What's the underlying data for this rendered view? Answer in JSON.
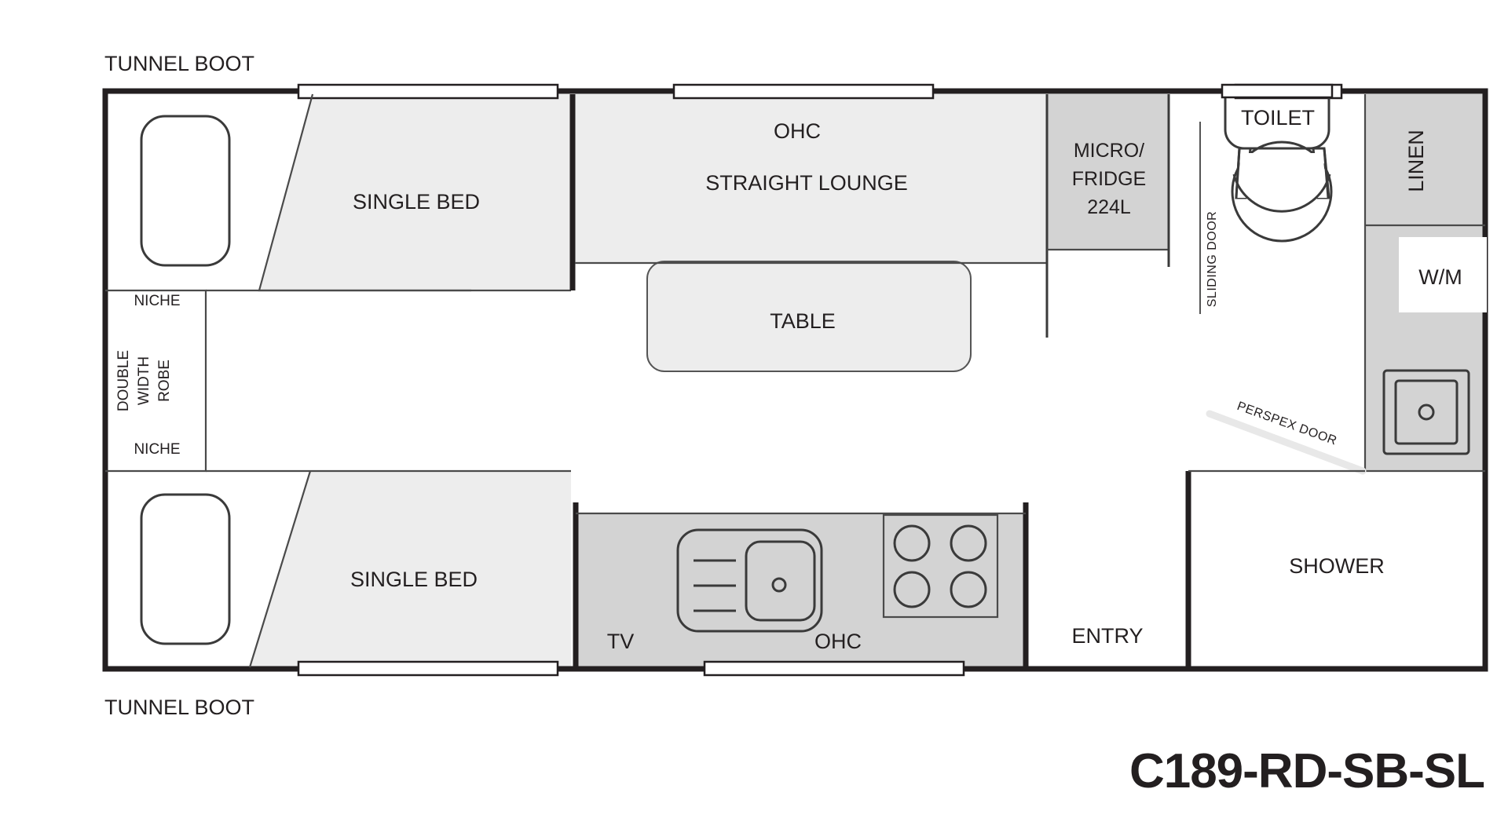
{
  "diagram": {
    "kind": "caravan-floorplan",
    "model_code": "C189-RD-SB-SL",
    "background_color": "#ffffff",
    "line_color": "#231f20",
    "fill_light": "#ededed",
    "fill_mid": "#d3d3d3"
  },
  "exterior_labels": {
    "tunnel_boot_top": "TUNNEL BOOT",
    "tunnel_boot_bottom": "TUNNEL BOOT"
  },
  "rooms": {
    "single_bed_top": "SINGLE BED",
    "single_bed_bottom": "SINGLE BED",
    "ohc_top": "OHC",
    "straight_lounge": "STRAIGHT LOUNGE",
    "table": "TABLE",
    "micro_fridge_line1": "MICRO/",
    "micro_fridge_line2": "FRIDGE",
    "micro_fridge_line3": "224L",
    "toilet": "TOILET",
    "linen": "LINEN",
    "washing_machine": "W/M",
    "shower": "SHOWER",
    "entry": "ENTRY",
    "tv": "TV",
    "ohc_kitchen": "OHC",
    "niche_upper": "NICHE",
    "niche_lower": "NICHE",
    "robe_line1": "DOUBLE",
    "robe_line2": "WIDTH",
    "robe_line3": "ROBE"
  },
  "doors": {
    "sliding_door": "SLIDING DOOR",
    "perspex_door": "PERSPEX DOOR"
  },
  "fixtures": {
    "sink_icon": "kitchen-sink-icon",
    "cooktop_icon": "four-burner-cooktop-icon",
    "toilet_icon": "toilet-icon",
    "basin_icon": "basin-icon",
    "pillow_top_icon": "pillow-icon",
    "pillow_bottom_icon": "pillow-icon",
    "window_icons": "window-icon"
  }
}
